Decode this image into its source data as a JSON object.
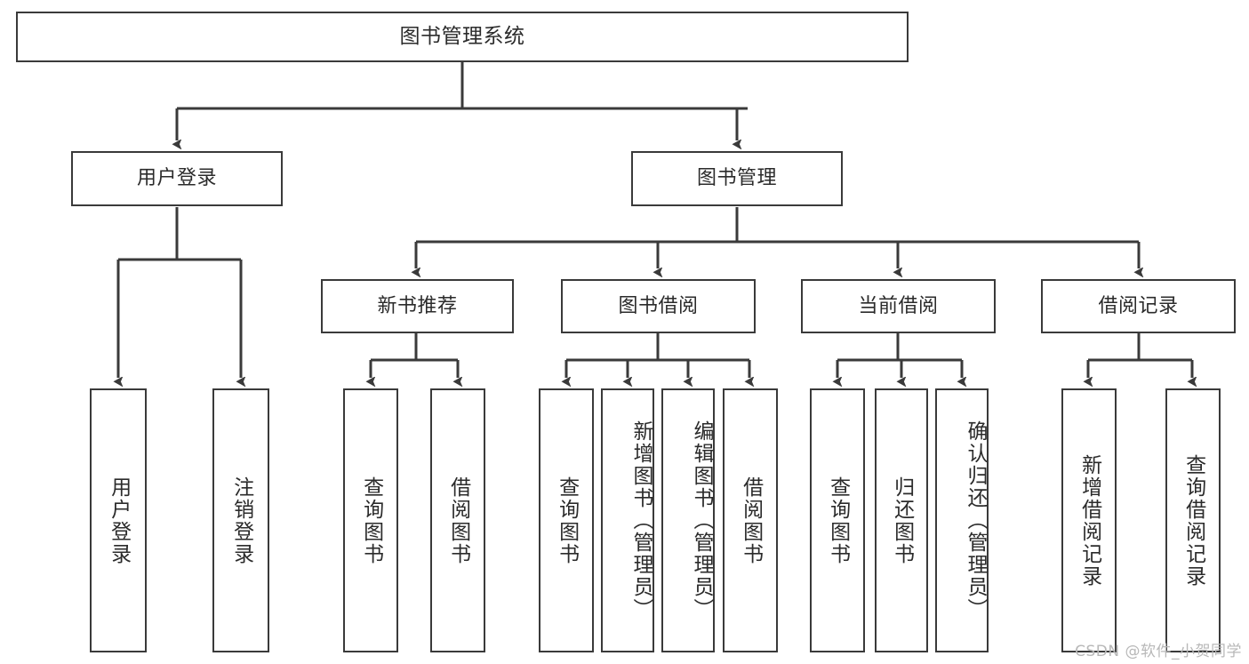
{
  "diagram": {
    "title": "图书管理系统",
    "type": "功能结构图",
    "root": {
      "label": "图书管理系统"
    },
    "level1": [
      {
        "label": "用户登录"
      },
      {
        "label": "图书管理"
      }
    ],
    "level2": [
      {
        "label": "新书推荐",
        "parent": "图书管理"
      },
      {
        "label": "图书借阅",
        "parent": "图书管理"
      },
      {
        "label": "当前借阅",
        "parent": "图书管理"
      },
      {
        "label": "借阅记录",
        "parent": "图书管理"
      }
    ],
    "leaves": {
      "user_login": [
        {
          "label": "用户登录"
        },
        {
          "label": "注销登录"
        }
      ],
      "new_book_recommend": [
        {
          "label": "查询图书"
        },
        {
          "label": "借阅图书"
        }
      ],
      "book_borrow": [
        {
          "label": "查询图书"
        },
        {
          "label": "新增图书（管理员）"
        },
        {
          "label": "编辑图书（管理员）"
        },
        {
          "label": "借阅图书"
        }
      ],
      "current_borrow": [
        {
          "label": "查询图书"
        },
        {
          "label": "归还图书"
        },
        {
          "label": "确认归还（管理员）"
        }
      ],
      "borrow_record": [
        {
          "label": "新增借阅记录"
        },
        {
          "label": "查询借阅记录"
        }
      ]
    }
  },
  "watermark": {
    "text": "CSDN @软件_小贺同学"
  },
  "colors": {
    "stroke": "#3a3a3a",
    "box_fill": "#ffffff",
    "text": "#2b2b2b",
    "watermark": "#b8b8b8",
    "background": "#ffffff"
  }
}
